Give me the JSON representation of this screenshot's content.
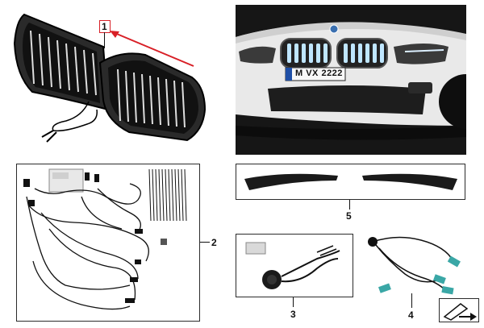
{
  "callouts": {
    "grille": "1",
    "wiring_kit": "2",
    "button_switch": "3",
    "adapter_cable": "4",
    "flaps": "5"
  },
  "plate_text": "M VX 2222",
  "colors": {
    "highlight_red": "#d81f26",
    "frame": "#2b2b2b",
    "grille_glow": "#bfe6ff",
    "adapter_teal": "#3aa7a6"
  },
  "icons": {
    "corner": "corner-arrow-icon"
  }
}
